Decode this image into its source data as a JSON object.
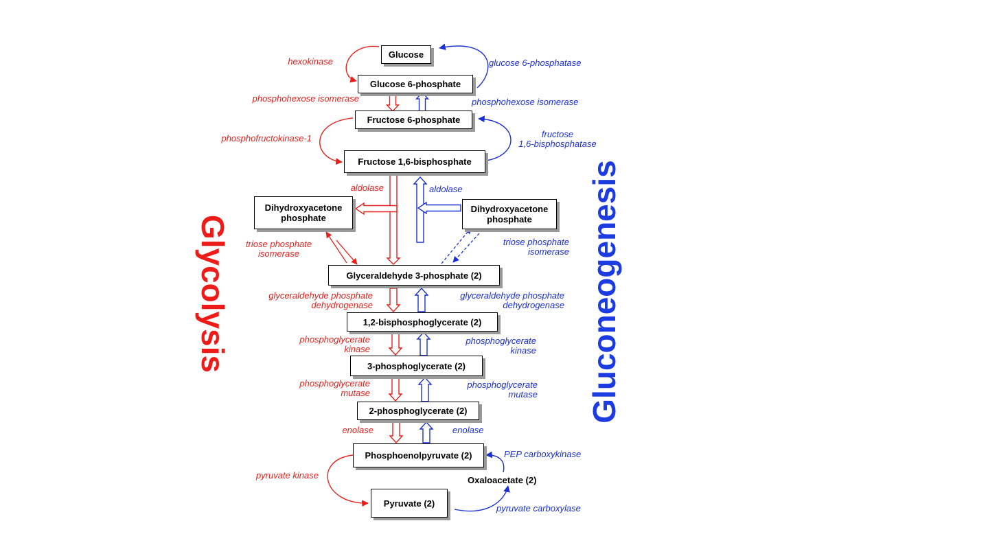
{
  "titles": {
    "glycolysis": "Glycolysis",
    "gluconeogenesis": "Gluconeogenesis"
  },
  "metabolites": {
    "glucose": "Glucose",
    "glucose_6_phosphate": "Glucose 6-phosphate",
    "fructose_6_phosphate": "Fructose 6-phosphate",
    "fructose_1_6_bisphosphate": "Fructose 1,6-bisphosphate",
    "dhap": "Dihydroxyacetone\nphosphate",
    "glyceraldehyde_3_phosphate": "Glyceraldehyde 3-phosphate (2)",
    "bpg_1_3": "1,2-bisphosphoglycerate (2)",
    "pg_3": "3-phosphoglycerate (2)",
    "pg_2": "2-phosphoglycerate (2)",
    "pep": "Phosphoenolpyruvate (2)",
    "oxaloacetate": "Oxaloacetate (2)",
    "pyruvate": "Pyruvate (2)"
  },
  "enzymes_glycolysis": {
    "hexokinase": "hexokinase",
    "phosphohexose_isomerase": "phosphohexose isomerase",
    "phosphofructokinase": "phosphofructokinase-1",
    "aldolase": "aldolase",
    "triose_phosphate_isomerase": "triose phosphate\nisomerase",
    "gapdh": "glyceraldehyde phosphate\ndehydrogenase",
    "pgk": "phosphoglycerate\nkinase",
    "pgm": "phosphoglycerate\nmutase",
    "enolase": "enolase",
    "pyruvate_kinase": "pyruvate kinase"
  },
  "enzymes_gluconeogenesis": {
    "glucose_6_phosphatase": "glucose 6-phosphatase",
    "phosphohexose_isomerase": "phosphohexose isomerase",
    "fbpase": "fructose\n1,6-bisphosphatase",
    "aldolase": "aldolase",
    "triose_phosphate_isomerase": "triose phosphate\nisomerase",
    "gapdh": "glyceraldehyde phosphate\ndehydrogenase",
    "pgk": "phosphoglycerate\nkinase",
    "pgm": "phosphoglycerate\nmutase",
    "enolase": "enolase",
    "pep_carboxykinase": "PEP carboxykinase",
    "pyruvate_carboxylase": "pyruvate carboxylase"
  },
  "colors": {
    "glycolysis": "#e8201c",
    "gluconeogenesis": "#1a2fd6"
  }
}
